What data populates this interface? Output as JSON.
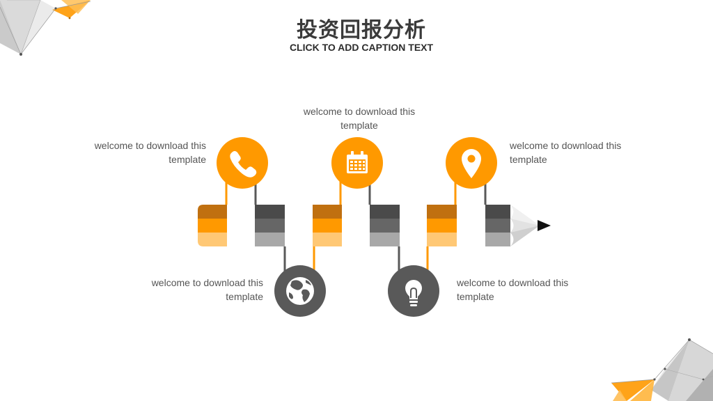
{
  "slide": {
    "title": "投资回报分析",
    "subtitle": "CLICK TO ADD CAPTION TEXT"
  },
  "colors": {
    "accent": "#ff9900",
    "accent_dark": "#c07010",
    "accent_light": "#ffc875",
    "gray": "#595959",
    "gray_dark": "#4a4a4a",
    "gray_mid": "#666666",
    "gray_light": "#a8a8a8",
    "text": "#555555",
    "title": "#3a3a3a"
  },
  "items": [
    {
      "icon": "phone-icon",
      "text": "welcome to download this template"
    },
    {
      "icon": "calendar-icon",
      "text": "welcome to download this template"
    },
    {
      "icon": "location-pin-icon",
      "text": "welcome to download this template"
    },
    {
      "icon": "globe-icon",
      "text": "welcome to download this template"
    },
    {
      "icon": "lightbulb-icon",
      "text": "welcome to download this template"
    }
  ]
}
